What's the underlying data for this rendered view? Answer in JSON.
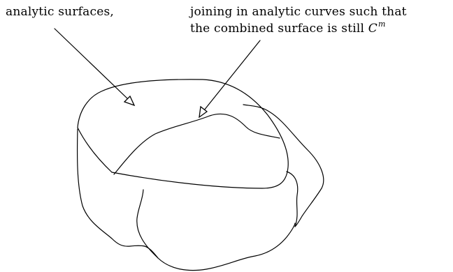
{
  "labels": {
    "left": "analytic surfaces,",
    "right_line1": "joining in analytic curves such that",
    "right_line2_prefix": "the combined surface is still ",
    "right_line2_math": "C",
    "right_line2_sup": "m"
  }
}
